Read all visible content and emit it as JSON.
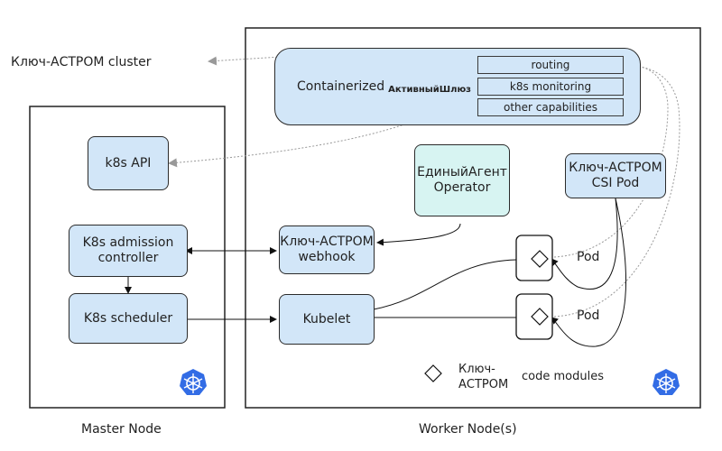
{
  "cluster_label": "Ключ-АСТРОМ cluster",
  "master": {
    "caption": "Master Node",
    "k8s_api": "k8s API",
    "admission": [
      "K8s admission",
      "controller"
    ],
    "scheduler": "K8s scheduler"
  },
  "worker": {
    "caption": "Worker Node(s)",
    "gateway": {
      "title_prefix": "Containerized",
      "title_bold": "АктивныйШлюз",
      "capabilities": [
        "routing",
        "k8s monitoring",
        "other capabilities"
      ]
    },
    "operator": [
      "ЕдиныйАгент",
      "Operator"
    ],
    "csi_pod": [
      "Ключ-АСТРОМ",
      "CSI Pod"
    ],
    "webhook": [
      "Ключ-АСТРОМ",
      "webhook"
    ],
    "kubelet": "Kubelet",
    "pods": [
      "Pod",
      "Pod"
    ],
    "legend": {
      "name_line1": "Ключ-",
      "name_line2": "АСТРОМ",
      "suffix": "code modules"
    }
  },
  "colors": {
    "box_blue": "#d2e6f8",
    "box_green": "#d7f4f2",
    "k8s_blue": "#326ce5",
    "arrow_gray": "#999999"
  },
  "icons": [
    "kubernetes-logo-icon",
    "code-module-diamond-icon"
  ]
}
